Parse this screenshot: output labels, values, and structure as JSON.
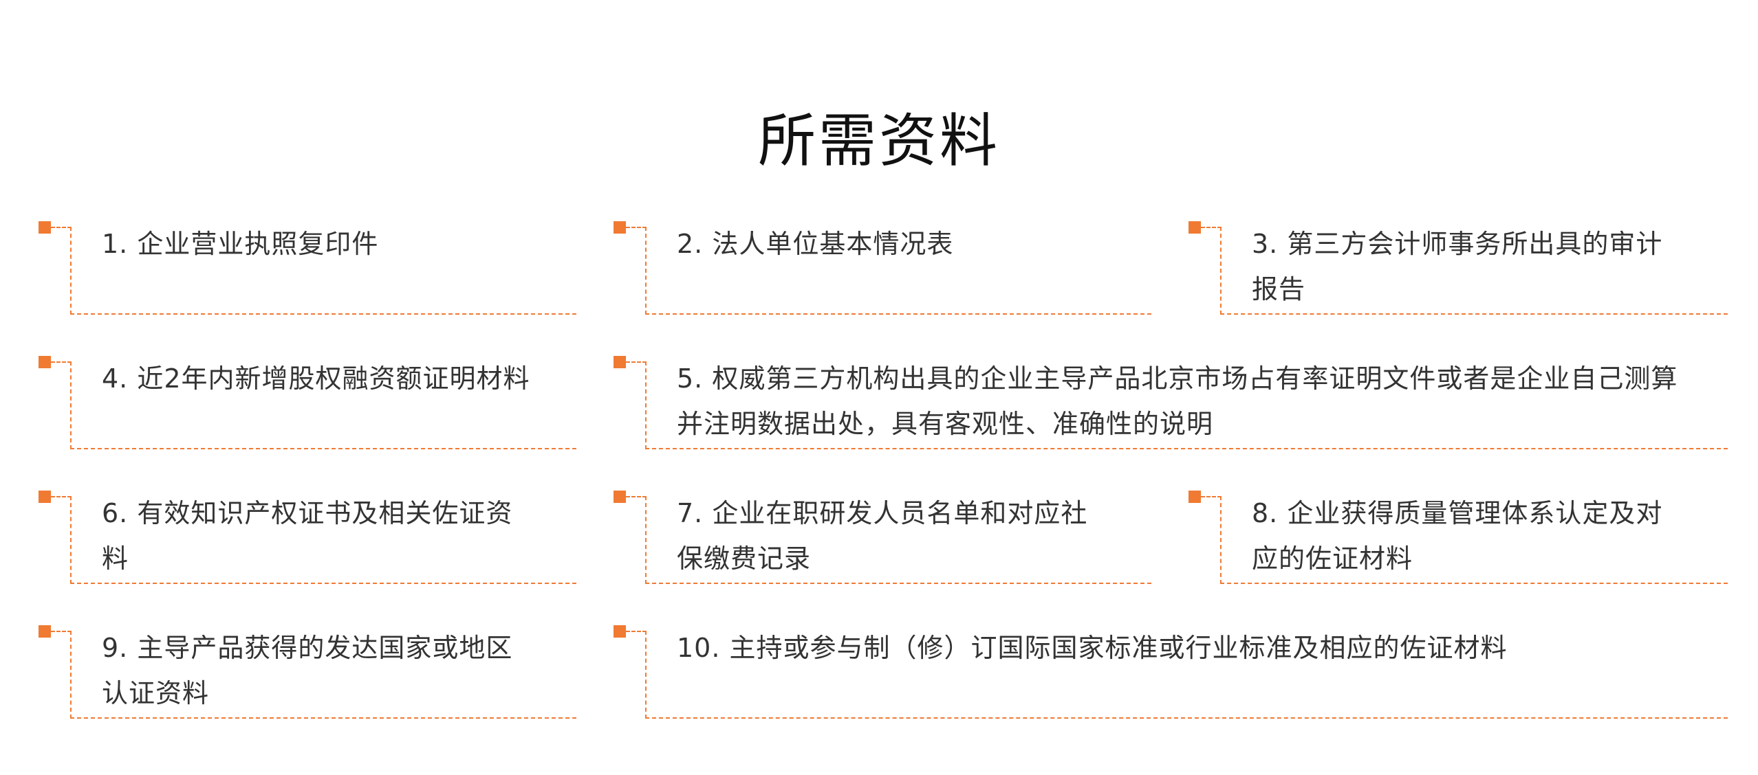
{
  "title": "所需资料",
  "items": [
    {
      "text": "1. 企业营业执照复印件"
    },
    {
      "text": "2. 法人单位基本情况表"
    },
    {
      "text": "3. 第三方会计师事务所出具的审计报告"
    },
    {
      "text": "4. 近2年内新增股权融资额证明材料"
    },
    {
      "text": "5. 权威第三方机构出具的企业主导产品北京市场占有率证明文件或者是企业自己测算并注明数据出处，具有客观性、准确性的说明"
    },
    {
      "text": "6. 有效知识产权证书及相关佐证资料"
    },
    {
      "text": "7. 企业在职研发人员名单和对应社保缴费记录"
    },
    {
      "text": "8. 企业获得质量管理体系认定及对应的佐证材料"
    },
    {
      "text": "9. 主导产品获得的发达国家或地区认证资料"
    },
    {
      "text": "10. 主持或参与制（修）订国际国家标准或行业标准及相应的佐证材料"
    }
  ],
  "colors": {
    "accent": "#f07a32",
    "text": "#333333",
    "title": "#111111"
  },
  "icons": {
    "marker": "orange-square-icon"
  }
}
